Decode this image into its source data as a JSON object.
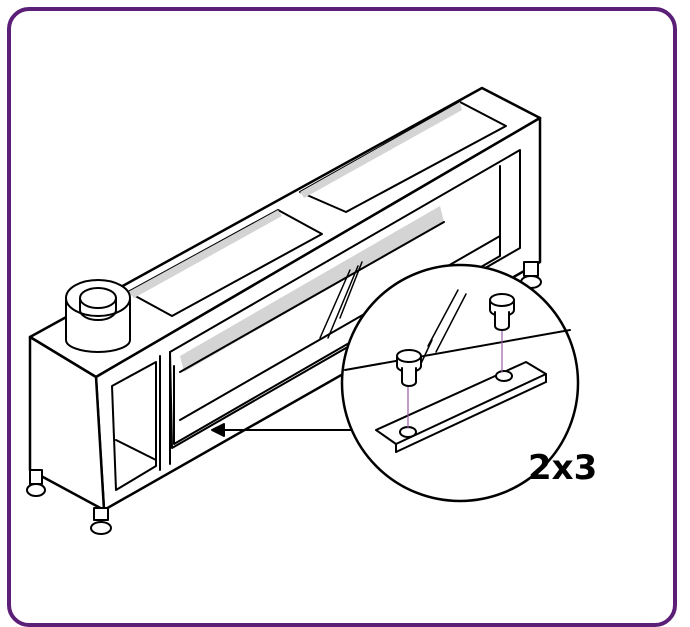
{
  "diagram": {
    "quantity_label": "2x3",
    "colors": {
      "frame_border": "#5b1f78",
      "line": "#000000",
      "shelf_shadow": "#d4d4d4",
      "pin_guide": "#9a5aa6"
    },
    "parts": {
      "main": "aquarium-cabinet-frame",
      "detail_callout": "magnified-view-of-shelf-pins",
      "fastener": "shelf-pin"
    }
  }
}
